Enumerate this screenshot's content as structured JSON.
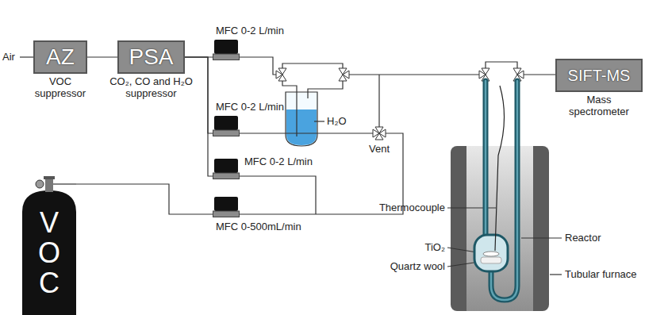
{
  "diagram": {
    "nodes": [
      {
        "text": [
          "AZ",
          "VOC suppressor"
        ]
      },
      {
        "text": [
          "PSA",
          "CO₂, CO and H₂O suppressor"
        ]
      },
      {
        "text": [
          "MFC 0-2 L/min"
        ]
      },
      {
        "text": [
          "MFC 0-2 L/min"
        ]
      },
      {
        "text": [
          "MFC 0-2 L/min"
        ]
      },
      {
        "text": [
          "V O C"
        ]
      },
      {
        "text": [
          "MFC 0-500mL/min"
        ]
      },
      {
        "text": [
          "SIFT-MS",
          "Mass spectrometer"
        ]
      }
    ],
    "edges": [
      {
        "from": 0,
        "to": 1,
        "arrow": "none"
      },
      {
        "from": 1,
        "to": 2,
        "arrow": "none"
      },
      {
        "from": 1,
        "to": 3,
        "arrow": "none"
      },
      {
        "from": 1,
        "to": 4,
        "arrow": "none"
      },
      {
        "from": 5,
        "to": 6,
        "arrow": "none"
      }
    ],
    "labels": [
      "Air",
      "H₂O",
      "Vent",
      "Thermocouple",
      "TiO₂",
      "Quartz wool",
      "Reactor",
      "Tubular furnace"
    ]
  }
}
